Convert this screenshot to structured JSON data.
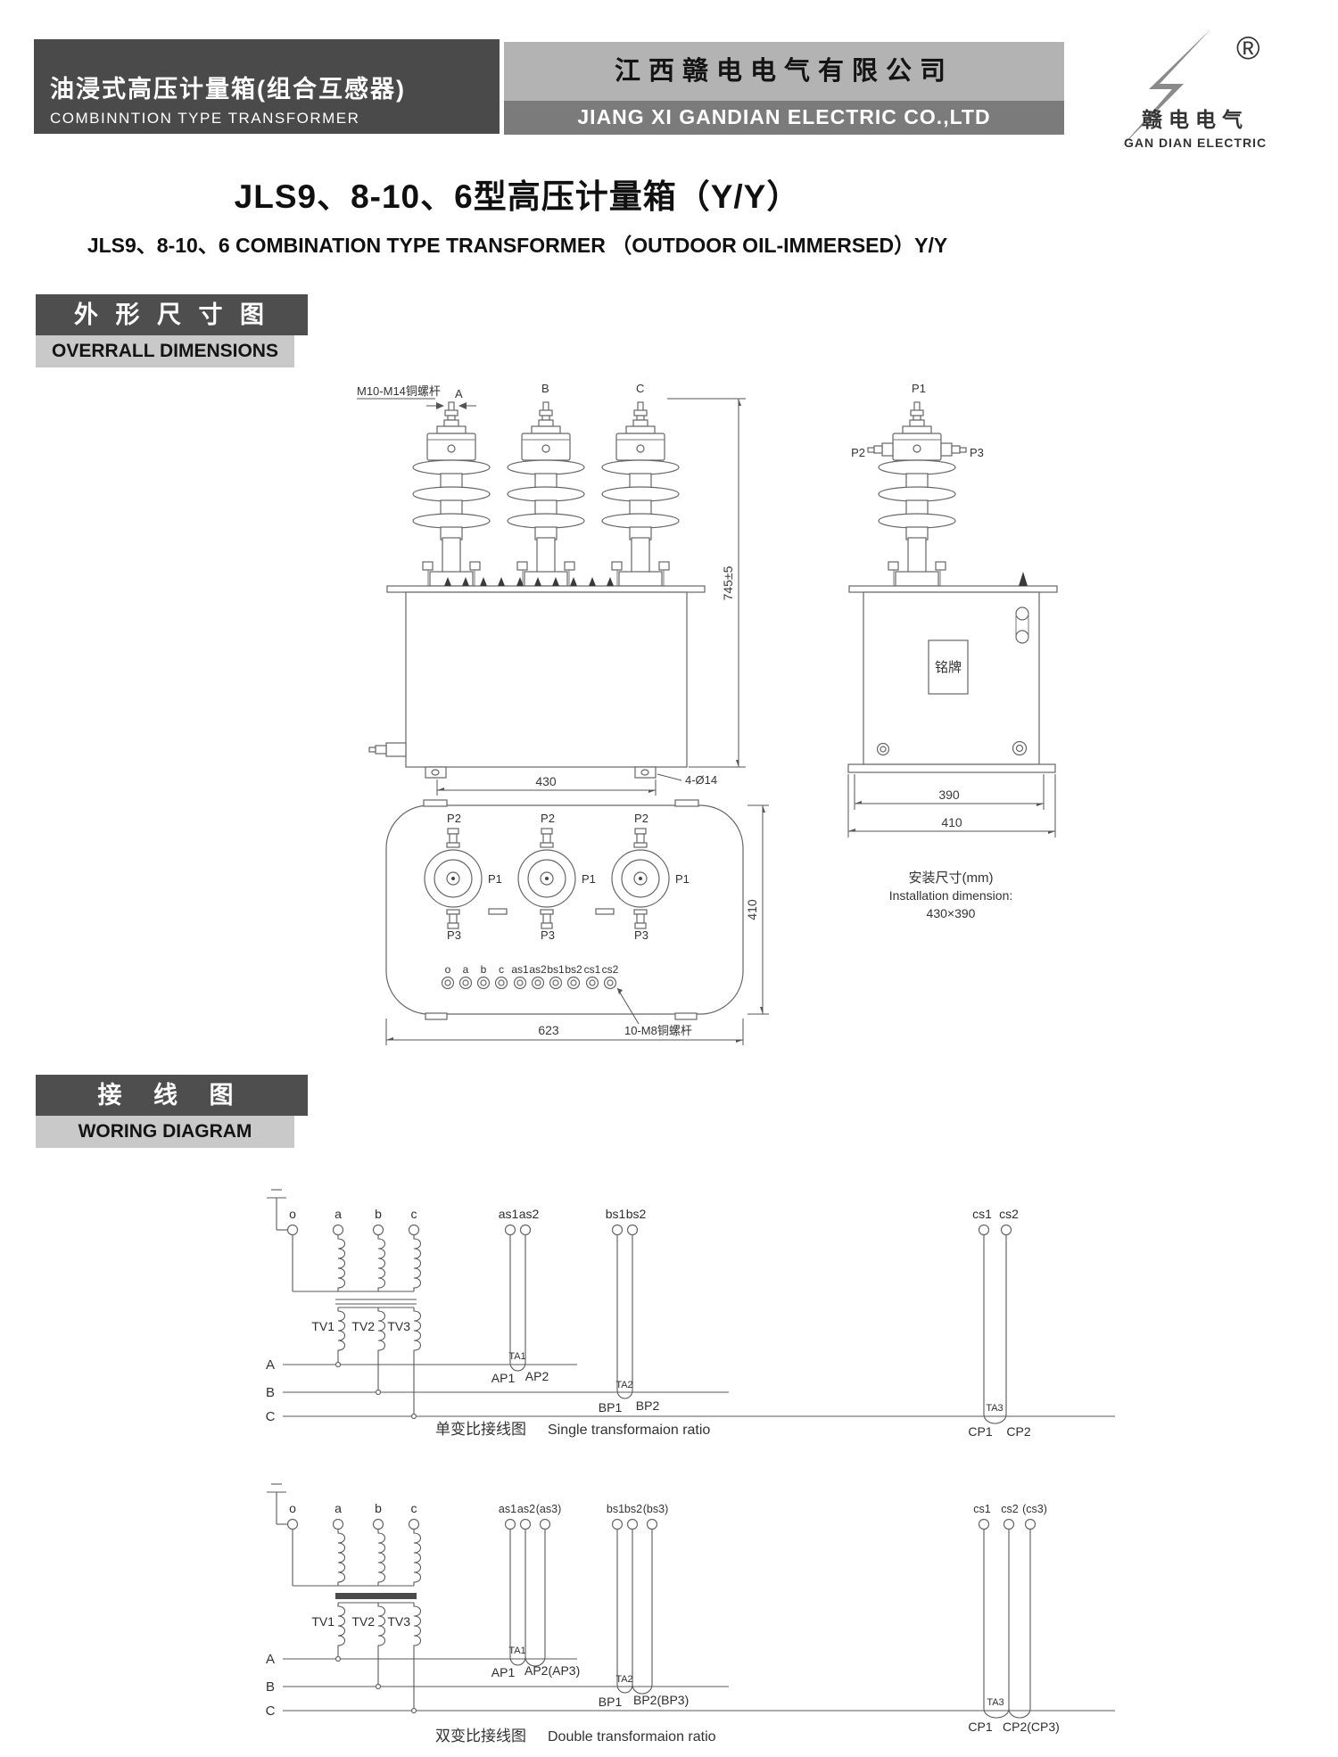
{
  "header": {
    "product_zh": "油浸式高压计量箱(组合互感器)",
    "product_en": "COMBINNTION TYPE TRANSFORMER",
    "company_zh": "江西赣电电气有限公司",
    "company_en": "JIANG XI GANDIAN ELECTRIC CO.,LTD",
    "logo": {
      "reg": "®",
      "zh": "赣电电气",
      "en": "GAN DIAN ELECTRIC"
    }
  },
  "title": {
    "zh": "JLS9、8-10、6型高压计量箱（Y/Y）",
    "en": "JLS9、8-10、6 COMBINATION TYPE TRANSFORMER （OUTDOOR OIL-IMMERSED）Y/Y"
  },
  "sections": {
    "dimensions": {
      "zh": "外 形 尺 寸 图",
      "en": "OVERRALL DIMENSIONS"
    },
    "wiring": {
      "zh": "接 线 图",
      "en": "WORING DIAGRAM"
    }
  },
  "drawings": {
    "front": {
      "bolt_note": "M10-M14铜螺杆",
      "label_a": "A",
      "label_b": "B",
      "label_c": "C",
      "dim_height": "745±5",
      "dim_width": "430",
      "holes_note": "4-Ø14"
    },
    "side": {
      "label_p1": "P1",
      "label_p2": "P2",
      "label_p3": "P3",
      "nameplate": "铭牌",
      "dim_inner": "390",
      "dim_outer": "410",
      "install_zh": "安装尺寸(mm)",
      "install_en": "Installation dimension:",
      "install_size": "430×390"
    },
    "top": {
      "label_p1": "P1",
      "label_p2": "P2",
      "label_p3": "P3",
      "terminals": [
        "o",
        "a",
        "b",
        "c",
        "as1",
        "as2",
        "bs1",
        "bs2",
        "cs1",
        "cs2"
      ],
      "dim_width": "623",
      "dim_height": "410",
      "bolt_note": "10-M8铜螺杆"
    }
  },
  "wiring": {
    "single": {
      "caption_zh": "单变比接线图",
      "caption_en": "Single transformaion ratio",
      "ov_terminals": [
        "o",
        "a",
        "b",
        "c"
      ],
      "tv_labels": [
        "TV1",
        "TV2",
        "TV3"
      ],
      "phase_labels": [
        "A",
        "B",
        "C"
      ],
      "ct_groups": [
        {
          "t1": "as1",
          "t2": "as2",
          "ta": "TA1",
          "lead1": "AP1",
          "lead2": "AP2"
        },
        {
          "t1": "bs1",
          "t2": "bs2",
          "ta": "TA2",
          "lead1": "BP1",
          "lead2": "BP2"
        },
        {
          "t1": "cs1",
          "t2": "cs2",
          "ta": "TA3",
          "lead1": "CP1",
          "lead2": "CP2"
        }
      ]
    },
    "double": {
      "caption_zh": "双变比接线图",
      "caption_en": "Double transformaion ratio",
      "ov_terminals": [
        "o",
        "a",
        "b",
        "c"
      ],
      "tv_labels": [
        "TV1",
        "TV2",
        "TV3"
      ],
      "phase_labels": [
        "A",
        "B",
        "C"
      ],
      "ct_groups": [
        {
          "t1": "as1",
          "t2": "as2",
          "t3": "(as3)",
          "ta": "TA1",
          "lead1": "AP1",
          "lead2": "AP2(AP3)"
        },
        {
          "t1": "bs1",
          "t2": "bs2",
          "t3": "(bs3)",
          "ta": "TA2",
          "lead1": "BP1",
          "lead2": "BP2(BP3)"
        },
        {
          "t1": "cs1",
          "t2": "cs2",
          "t3": "(cs3)",
          "ta": "TA3",
          "lead1": "CP1",
          "lead2": "CP2(CP3)"
        }
      ]
    }
  }
}
